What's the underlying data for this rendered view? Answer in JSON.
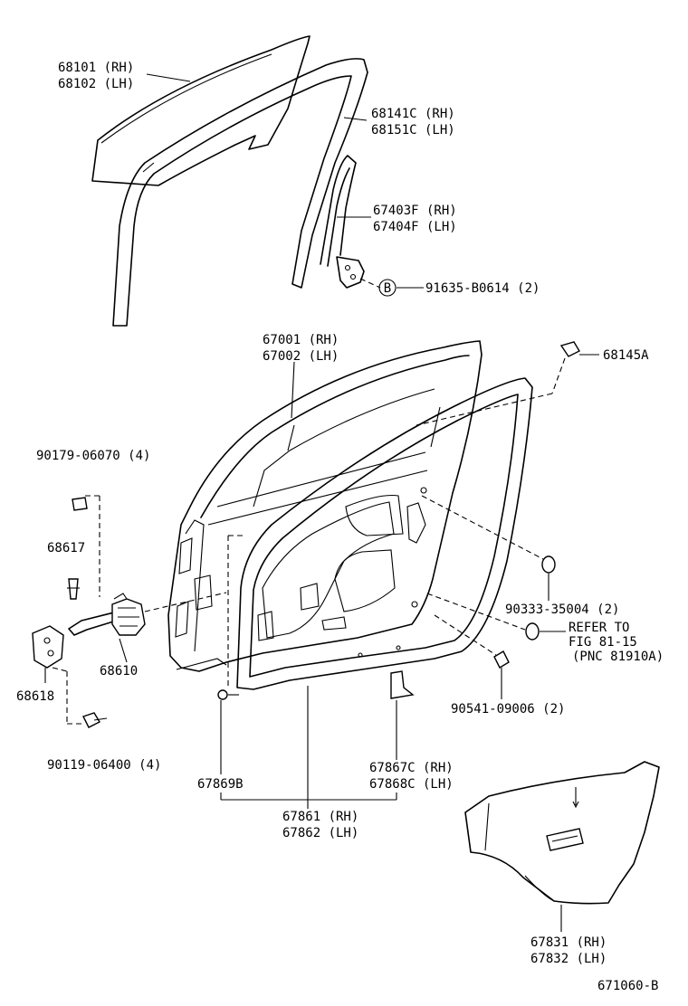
{
  "labels": {
    "glass_rh": "68101 (RH)",
    "glass_lh": "68102 (LH)",
    "run_rh": "68141C (RH)",
    "run_lh": "68151C (LH)",
    "channel_rh": "67403F (RH)",
    "channel_lh": "67404F (LH)",
    "bolt_b_letter": "B",
    "bolt_b": "91635-B0614 (2)",
    "door_rh": "67001 (RH)",
    "door_lh": "67002 (LH)",
    "stopper": "68145A",
    "bolt_90179": "90179-06070 (4)",
    "pin_68617": "68617",
    "check_68610": "68610",
    "hinge_68618": "68618",
    "bolt_90119": "90119-06400 (4)",
    "plug_90333": "90333-35004 (2)",
    "refer_1": "REFER TO",
    "refer_2": "FIG 81-15",
    "refer_3": "(PNC 81910A)",
    "cushion_90541": "90541-09006 (2)",
    "clip_67869b": "67869B",
    "clip_67867c_rh": "67867C (RH)",
    "clip_67868c_lh": "67868C (LH)",
    "weather_rh": "67861 (RH)",
    "weather_lh": "67862 (LH)",
    "cover_rh": "67831 (RH)",
    "cover_lh": "67832 (LH)",
    "figure_code": "671060-B"
  }
}
